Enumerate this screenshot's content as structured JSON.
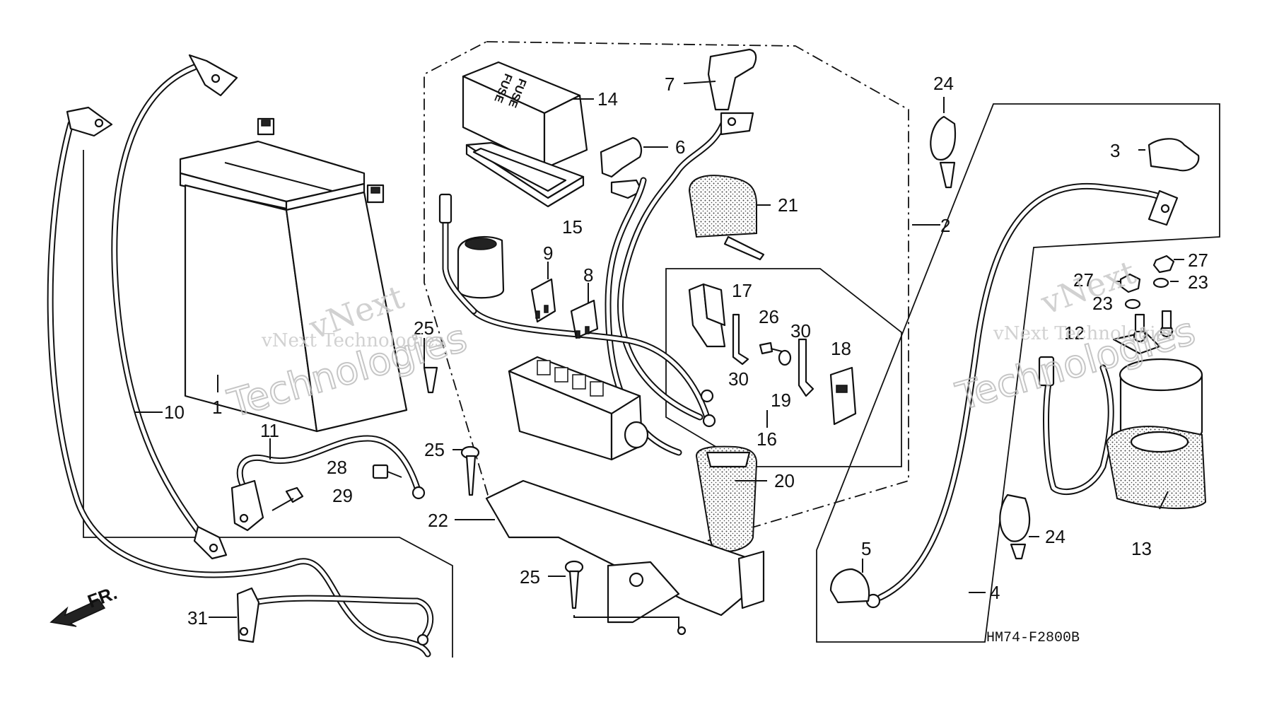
{
  "callouts": {
    "c1": "1",
    "c2": "2",
    "c3": "3",
    "c4": "4",
    "c5": "5",
    "c6": "6",
    "c7": "7",
    "c8": "8",
    "c9": "9",
    "c10": "10",
    "c11": "11",
    "c12": "12",
    "c13": "13",
    "c14": "14",
    "c15": "15",
    "c16": "16",
    "c17": "17",
    "c18": "18",
    "c19": "19",
    "c20": "20",
    "c21": "21",
    "c22": "22",
    "c23a": "23",
    "c23b": "23",
    "c24a": "24",
    "c24b": "24",
    "c25a": "25",
    "c25b": "25",
    "c25c": "25",
    "c26": "26",
    "c27a": "27",
    "c27b": "27",
    "c28": "28",
    "c29": "29",
    "c30a": "30",
    "c30b": "30",
    "c31": "31"
  },
  "fuse_cover_text": [
    "FUSE",
    "FUSE"
  ],
  "direction_label": "FR.",
  "diagram_code": "HM74-F2800B",
  "watermarks": {
    "left_line1": "vNext",
    "left_line2": "vNext Technologies",
    "left_big": "Technologies",
    "right_line1": "vNext",
    "right_line2": "vNext Technologies",
    "right_big": "Technologies"
  }
}
